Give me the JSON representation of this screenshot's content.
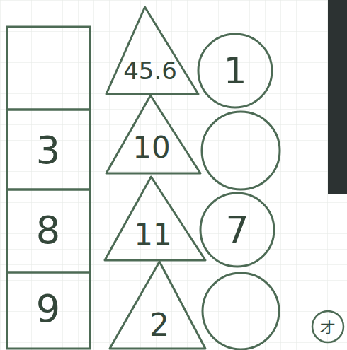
{
  "diagram": {
    "nodes": [
      {
        "text": [
          "45.6"
        ]
      },
      {
        "text": [
          "1"
        ]
      },
      {
        "text": [
          "3"
        ]
      },
      {
        "text": [
          "10"
        ]
      },
      {
        "text": [
          "8"
        ]
      },
      {
        "text": [
          "11"
        ]
      },
      {
        "text": [
          "7"
        ]
      },
      {
        "text": [
          "9"
        ]
      },
      {
        "text": [
          "2"
        ]
      },
      {
        "text": [
          "オ"
        ]
      }
    ]
  }
}
